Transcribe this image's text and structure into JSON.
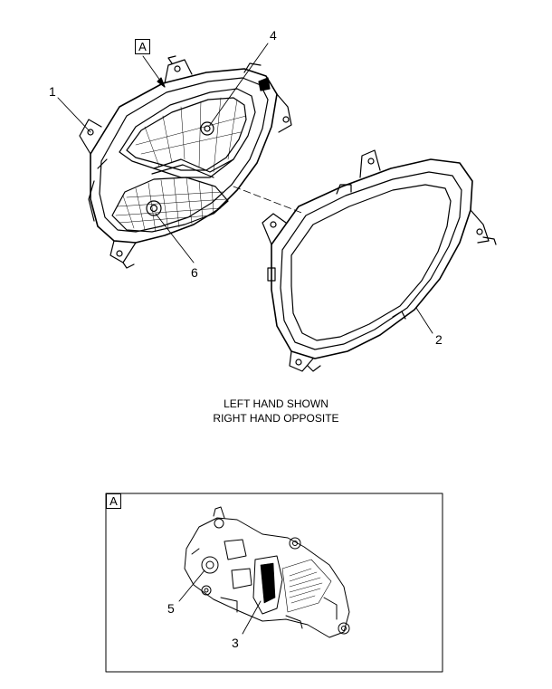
{
  "callouts": {
    "c1": "1",
    "c2": "2",
    "c3": "3",
    "c4": "4",
    "c5": "5",
    "c6": "6"
  },
  "view_labels": {
    "view_ref": "A",
    "detail_tag": "A"
  },
  "caption": {
    "line1": "LEFT HAND SHOWN",
    "line2": "RIGHT HAND OPPOSITE"
  },
  "colors": {
    "line": "#000000",
    "background": "#ffffff"
  }
}
